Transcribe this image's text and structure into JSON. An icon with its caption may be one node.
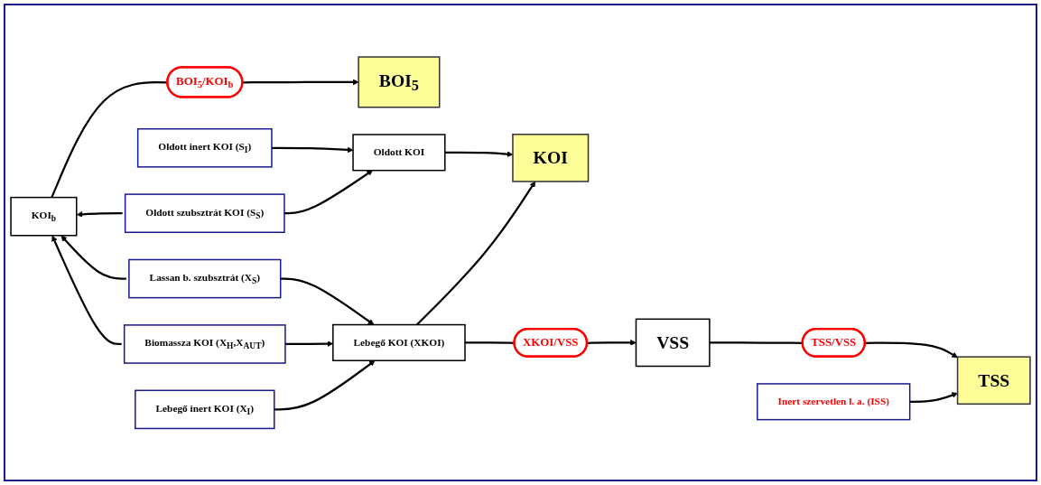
{
  "diagram": {
    "nodes": [
      {
        "text": [
          "Oldott inert KOI (S$_{I}$)"
        ]
      },
      {
        "text": [
          "Oldott KOI"
        ]
      },
      {
        "text": [
          "Oldott szubsztrát KOI (S$_{S}$)"
        ]
      },
      {
        "text": [
          "KOI"
        ]
      },
      {
        "text": [
          "KOI$_{b}$"
        ]
      },
      {
        "text": [
          "Lassan b. szubsztrát (X$_{S}$)"
        ]
      },
      {
        "text": [
          "Lebegő KOI (XKOI)"
        ]
      },
      {
        "text": [
          "Biomassza KOI (X$_{H}$,X$_{AUT}$)"
        ]
      },
      {
        "text": [
          "BOI$_{5}$/KOI$_{b}$"
        ]
      },
      {
        "text": [
          "XKOI/VSS"
        ]
      },
      {
        "text": [
          "Lebegő inert KOI (X$_{I}$)"
        ]
      },
      {
        "text": [
          "VSS"
        ]
      },
      {
        "text": [
          "BOI$_{5}$"
        ]
      },
      {
        "text": [
          "TSS/VSS"
        ]
      },
      {
        "text": [
          "Inert szervetlen l. a. (ISS)"
        ]
      },
      {
        "text": [
          "TSS"
        ]
      }
    ],
    "edges": [
      {
        "from": 0,
        "to": 1,
        "arrow": "to"
      },
      {
        "from": 2,
        "to": 1,
        "arrow": "to"
      },
      {
        "from": 1,
        "to": 3,
        "arrow": "to"
      },
      {
        "from": 2,
        "to": 4,
        "arrow": "to"
      },
      {
        "from": 5,
        "to": 4,
        "arrow": "to"
      },
      {
        "from": 7,
        "to": 4,
        "arrow": "to"
      },
      {
        "from": 5,
        "to": 6,
        "arrow": "to"
      },
      {
        "from": 7,
        "to": 6,
        "arrow": "to"
      },
      {
        "from": 10,
        "to": 6,
        "arrow": "to"
      },
      {
        "from": 6,
        "to": 3,
        "arrow": "to"
      },
      {
        "from": 4,
        "to": 8,
        "arrow": "none"
      },
      {
        "from": 8,
        "to": 12,
        "arrow": "to"
      },
      {
        "from": 6,
        "to": 9,
        "arrow": "none"
      },
      {
        "from": 9,
        "to": 11,
        "arrow": "to"
      },
      {
        "from": 11,
        "to": 13,
        "arrow": "none"
      },
      {
        "from": 13,
        "to": 15,
        "arrow": "to"
      },
      {
        "from": 14,
        "to": 15,
        "arrow": "to"
      }
    ]
  }
}
